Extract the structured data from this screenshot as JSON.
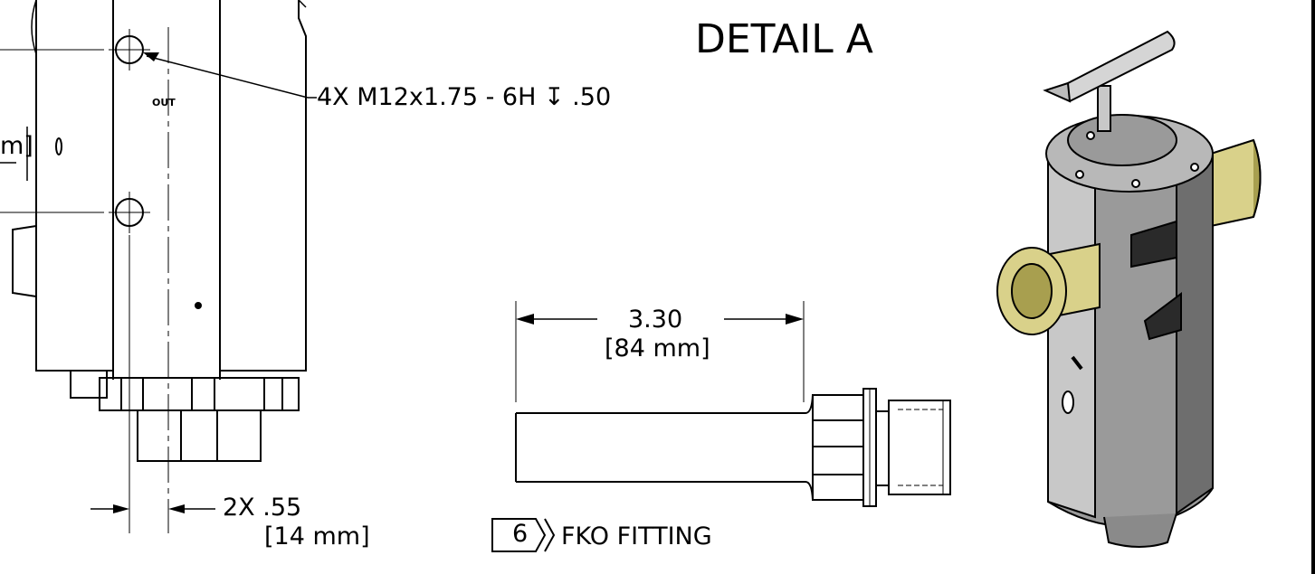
{
  "detail_title": "DETAIL  A",
  "thread_callout": "4X M12x1.75 - 6H ↧ .50",
  "port_label": "OUT",
  "partial_dimension": "m]",
  "spacing_dimension": {
    "line1": "2X .55",
    "line2": "[14 mm]"
  },
  "length_dimension": {
    "line1": "3.30",
    "line2": "[84 mm]"
  },
  "fitting_callout": {
    "balloon_number": "6",
    "label": "FKO FITTING"
  },
  "colors": {
    "ink": "#000000",
    "brass": "#d9d18a",
    "brass_shade": "#a89f4f",
    "steel": "#9a9a9a",
    "steel_dark": "#6e6e6e",
    "steel_light": "#c8c8c8"
  }
}
